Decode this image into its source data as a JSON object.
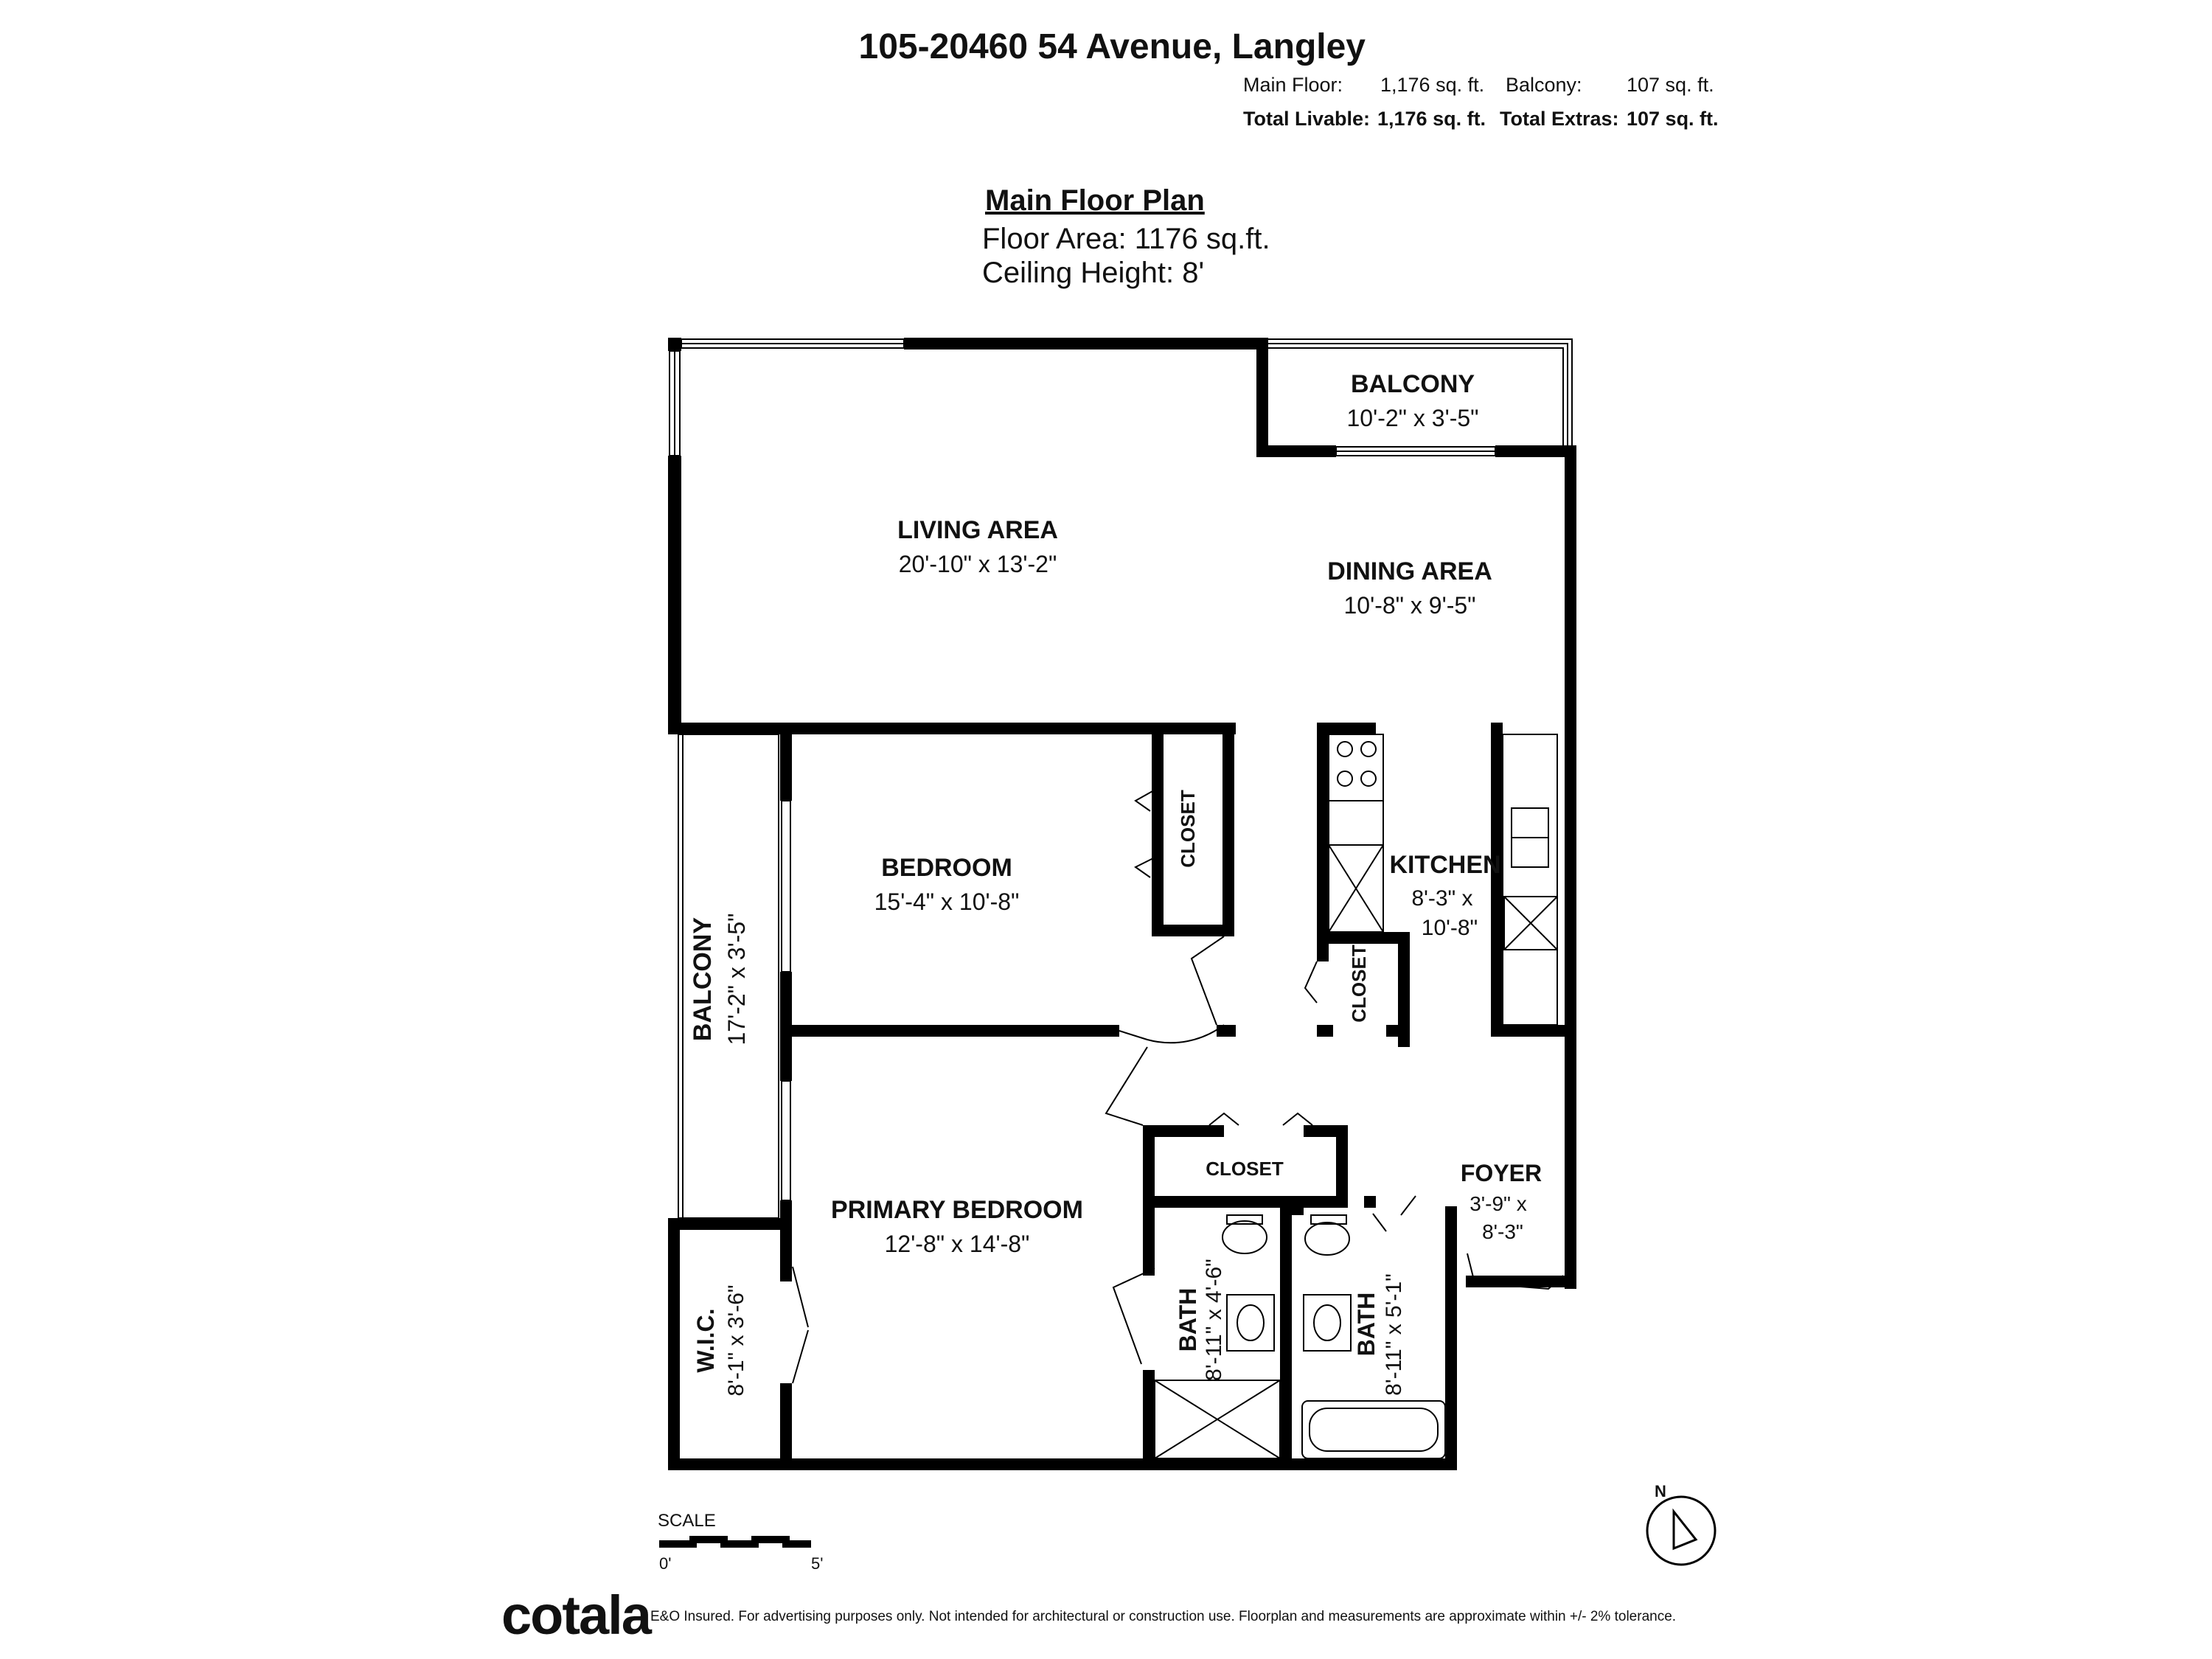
{
  "header": {
    "address": "105-20460 54 Avenue, Langley",
    "main_floor_label": "Main Floor:",
    "main_floor_value": "1,176 sq. ft.",
    "balcony_label": "Balcony:",
    "balcony_value": "107 sq. ft.",
    "total_livable_label": "Total Livable:",
    "total_livable_value": "1,176 sq. ft.",
    "total_extras_label": "Total Extras:",
    "total_extras_value": "107 sq. ft."
  },
  "plan": {
    "title": "Main Floor Plan",
    "floor_area": "Floor Area: 1176 sq.ft.",
    "ceiling_height": "Ceiling Height: 8'"
  },
  "rooms": {
    "balcony_top": {
      "name": "BALCONY",
      "dims": "10'-2\" x 3'-5\""
    },
    "living": {
      "name": "LIVING AREA",
      "dims": "20'-10\" x 13'-2\""
    },
    "dining": {
      "name": "DINING AREA",
      "dims": "10'-8\" x 9'-5\""
    },
    "bedroom": {
      "name": "BEDROOM",
      "dims": "15'-4\" x 10'-8\""
    },
    "closet_bedroom": {
      "name": "CLOSET"
    },
    "kitchen": {
      "name": "KITCHEN",
      "dims1": "8'-3\" x",
      "dims2": "10'-8\""
    },
    "closet_kitchen": {
      "name": "CLOSET"
    },
    "balcony_side": {
      "name": "BALCONY",
      "dims": "17'-2\" x 3'-5\""
    },
    "closet_hall": {
      "name": "CLOSET"
    },
    "foyer": {
      "name": "FOYER",
      "dims1": "3'-9\" x",
      "dims2": "8'-3\""
    },
    "primary": {
      "name": "PRIMARY BEDROOM",
      "dims": "12'-8\" x 14'-8\""
    },
    "bath1": {
      "name": "BATH",
      "dims": "8'-11\" x 4'-6\""
    },
    "bath2": {
      "name": "BATH",
      "dims": "8'-11\" x 5'-1\""
    },
    "wic": {
      "name": "W.I.C.",
      "dims": "8'-1\" x 3'-6\""
    }
  },
  "scale": {
    "label": "SCALE",
    "min": "0'",
    "max": "5'"
  },
  "compass": {
    "letter": "N"
  },
  "footer": {
    "brand": "cotala",
    "disclaimer": "E&O Insured. For advertising purposes only. Not intended for architectural or construction use. Floorplan and measurements are approximate within +/- 2% tolerance."
  },
  "colors": {
    "wall": "#000000",
    "background": "#ffffff",
    "text": "#111111"
  }
}
